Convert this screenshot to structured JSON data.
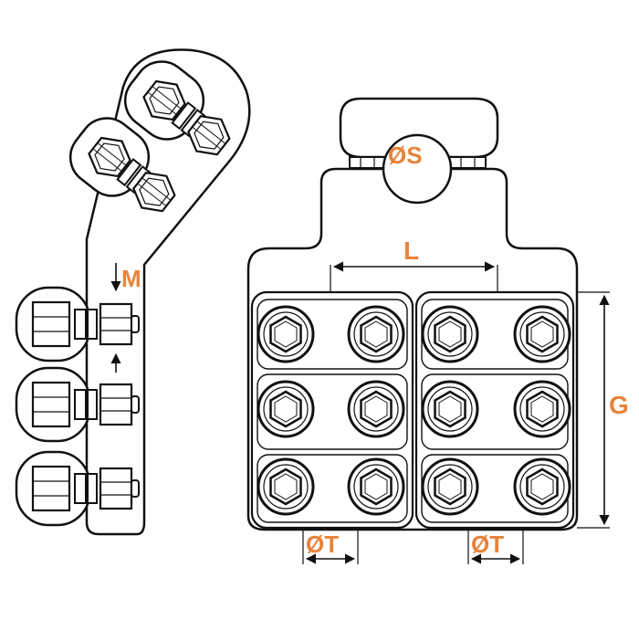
{
  "diagram": {
    "line_color": "#111111",
    "accent_color": "#E8833A",
    "labels": {
      "slot": "M",
      "stud": "ØS",
      "spacing": "L",
      "height": "G",
      "bolt_left": "ØT",
      "bolt_right": "ØT"
    }
  }
}
